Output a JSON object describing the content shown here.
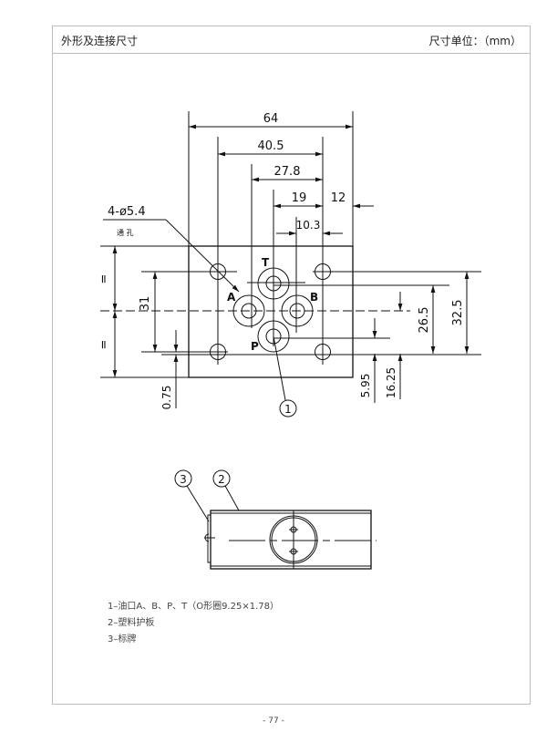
{
  "header": {
    "title": "外形及连接尺寸",
    "unit": "尺寸单位：（mm）"
  },
  "drawing": {
    "dims": {
      "d64": "64",
      "d40_5": "40.5",
      "d27_8": "27.8",
      "d19": "19",
      "d12": "12",
      "d10_3": "10.3",
      "d31": "31",
      "d0_75": "0.75",
      "d5_95": "5.95",
      "d16_25": "16.25",
      "d26_5": "26.5",
      "d32_5": "32.5",
      "eq": "="
    },
    "hole_note": "4-ø5.4",
    "hole_note_sub": "通  孔",
    "ports": {
      "t": "T",
      "a": "A",
      "b": "B",
      "p": "P"
    },
    "callouts": [
      "1",
      "2",
      "3"
    ]
  },
  "notes": [
    "1–油口A、B、P、T（O形圈9.25×1.78）",
    "2–塑料护板",
    "3–标牌"
  ],
  "page_number": "- 77 -"
}
